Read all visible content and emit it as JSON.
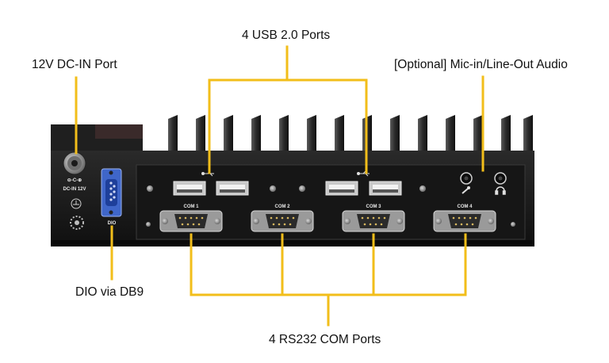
{
  "labels": {
    "usb": "4 USB 2.0 Ports",
    "dcin": "12V DC-IN Port",
    "audio": "[Optional] Mic-in/Line-Out Audio",
    "dio": "DIO via DB9",
    "com": "4 RS232 COM Ports"
  },
  "panel": {
    "dcin_label": "DC-IN 12V",
    "dio_label": "DIO",
    "com_labels": [
      "COM 1",
      "COM 2",
      "COM 3",
      "COM 4"
    ]
  },
  "colors": {
    "callout": "#F2BE1A",
    "chassis": "#1b1b1b",
    "vga_blue": "#3f66c9"
  }
}
